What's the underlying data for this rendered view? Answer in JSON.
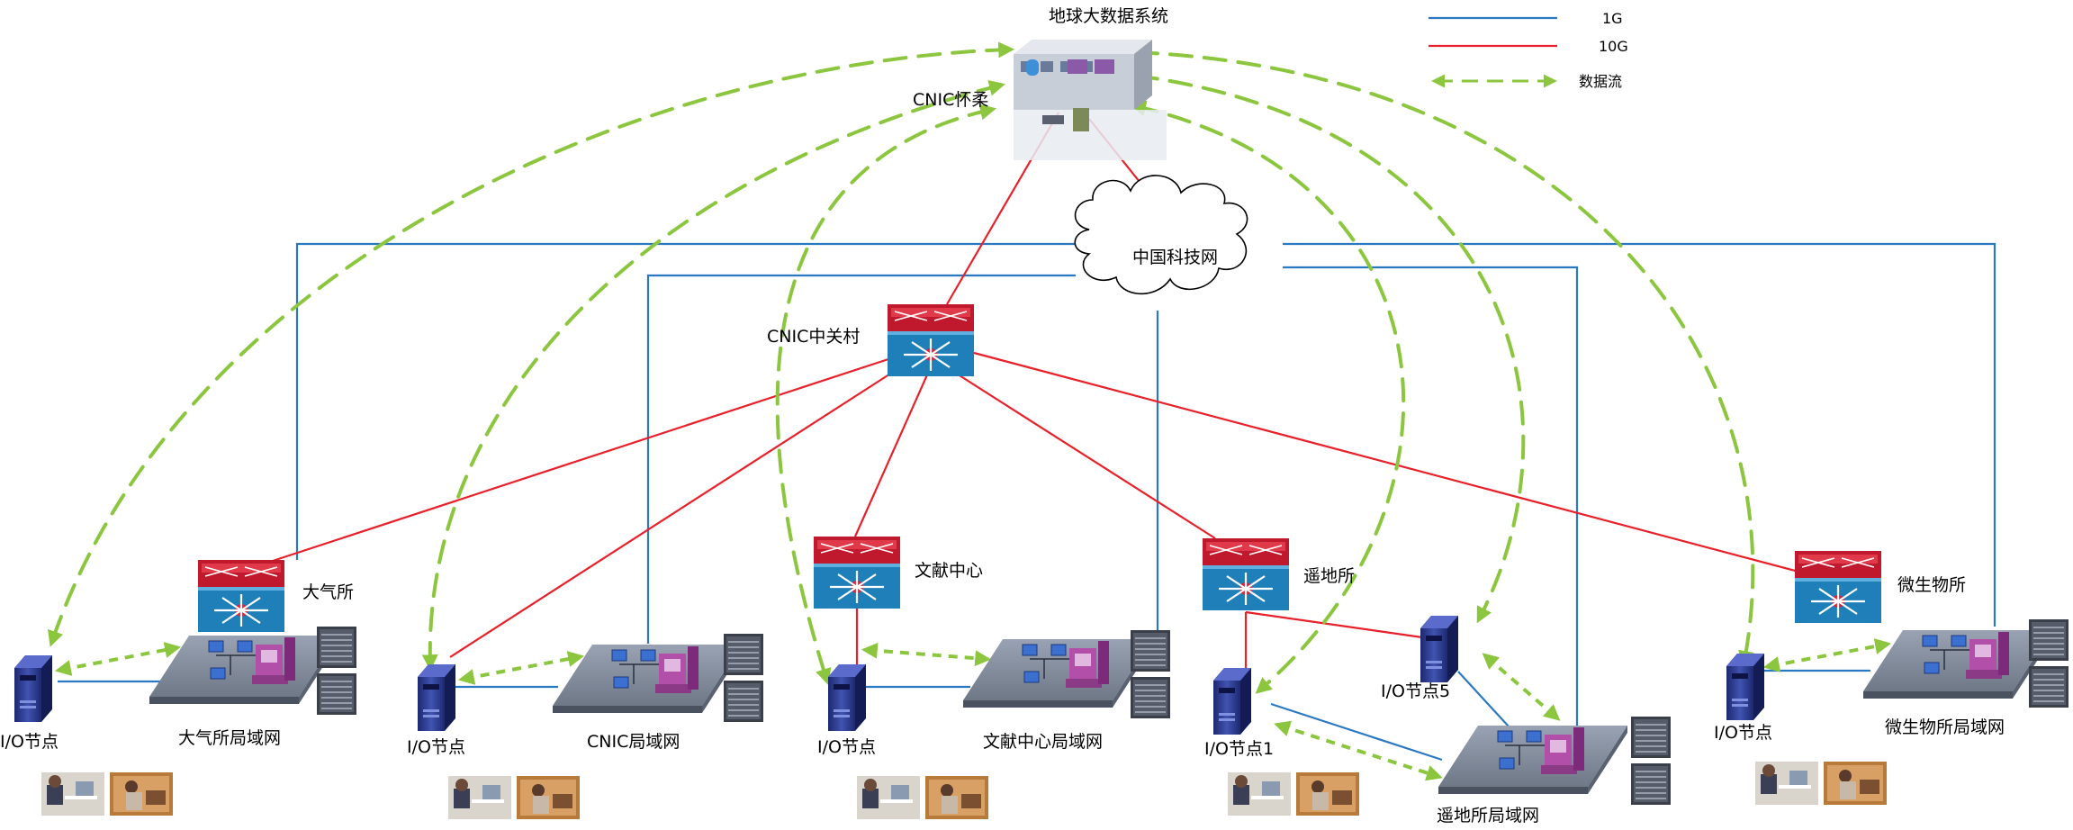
{
  "legend": {
    "items": [
      {
        "label": "1G",
        "color": "#2b78c2",
        "style": "solid"
      },
      {
        "label": "10G",
        "color": "#e8202a",
        "style": "solid"
      },
      {
        "label": "数据流",
        "color": "#8cc63f",
        "style": "dashed-double-arrow"
      }
    ]
  },
  "core": {
    "title": "地球大数据系统",
    "huairou_label": "CNIC怀柔",
    "cstnet_label": "中国科技网",
    "zgc_label": "CNIC中关村"
  },
  "sites": [
    {
      "switch_label": "大气所",
      "io_label": "I/O节点",
      "lan_label": "大气所局域网"
    },
    {
      "switch_label": "",
      "io_label": "I/O节点",
      "lan_label": "CNIC局域网"
    },
    {
      "switch_label": "文献中心",
      "io_label": "I/O节点",
      "lan_label": "文献中心局域网"
    },
    {
      "switch_label": "遥地所",
      "io_label": "I/O节点1",
      "io2_label": "I/O节点5",
      "lan_label": "遥地所局域网"
    },
    {
      "switch_label": "微生物所",
      "io_label": "I/O节点",
      "lan_label": "微生物所局域网"
    }
  ],
  "colors": {
    "link_1g": "#2b78c2",
    "link_10g": "#e8202a",
    "dataflow": "#8cc63f",
    "switch_red": "#c0182c",
    "switch_blue": "#1f7fb8",
    "server_blue": "#2e3a8c"
  },
  "icons": [
    "building-icon",
    "cloud-icon",
    "core-switch-icon",
    "io-server-icon",
    "lan-platform-icon",
    "storage-rack-icon",
    "user-photo-icon"
  ]
}
